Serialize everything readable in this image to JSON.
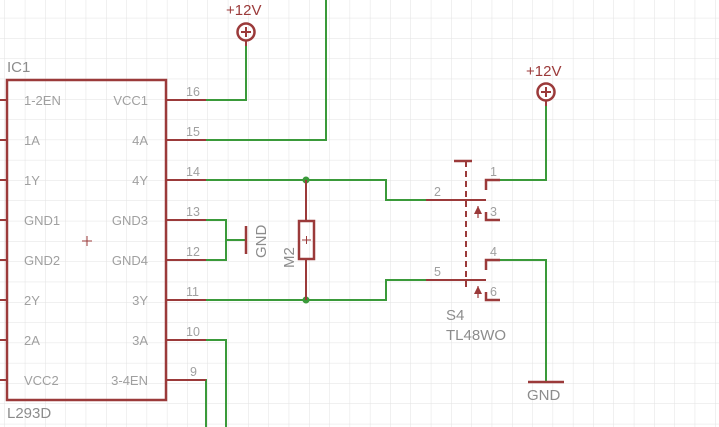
{
  "ic": {
    "name": "IC1",
    "value": "L293D",
    "left_pins": [
      "1-2EN",
      "1A",
      "1Y",
      "GND1",
      "GND2",
      "2Y",
      "2A",
      "VCC2"
    ],
    "right_pins": [
      "VCC1",
      "4A",
      "4Y",
      "GND3",
      "GND4",
      "3Y",
      "3A",
      "3-4EN"
    ],
    "right_pin_numbers": [
      "16",
      "15",
      "14",
      "13",
      "12",
      "11",
      "10",
      "9"
    ]
  },
  "supplies": {
    "plus12_left": "+12V",
    "plus12_right": "+12V",
    "gnd_mid": "GND",
    "gnd_bottom": "GND"
  },
  "motor": {
    "name": "M2"
  },
  "switch": {
    "name": "S4",
    "value": "TL48WO",
    "pins": [
      "1",
      "2",
      "3",
      "4",
      "5",
      "6"
    ]
  },
  "colors": {
    "wire": "#3a9a3a",
    "part": "#9b3a3a",
    "label": "#8c8c8c",
    "grid": "#e2e2e2"
  }
}
